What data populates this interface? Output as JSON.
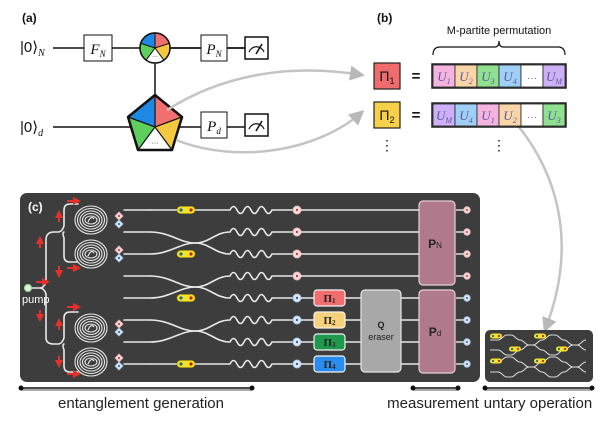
{
  "panel_a": {
    "label": "(a)",
    "inputs": [
      {
        "ket": "|0⟩",
        "sub": "N"
      },
      {
        "ket": "|0⟩",
        "sub": "d"
      }
    ],
    "gate_fn": {
      "main": "F",
      "sub": "N"
    },
    "gate_pn": {
      "main": "P",
      "sub": "N"
    },
    "gate_pd": {
      "main": "P",
      "sub": "d"
    },
    "ellipsis": "···",
    "segment_colors": [
      "#1e88e5",
      "#f07070",
      "#f5c842",
      "#ffffff",
      "#5ccf5c"
    ]
  },
  "panel_b": {
    "label": "(b)",
    "brace_label": "M-partite permutation",
    "rows": [
      {
        "pi": {
          "main": "Π",
          "sub": "1",
          "color": "#f06c6c"
        },
        "equals": "=",
        "cells": [
          {
            "main": "U",
            "sub": "1",
            "color": "#f5b4e0"
          },
          {
            "main": "U",
            "sub": "2",
            "color": "#f9d5a8"
          },
          {
            "main": "U",
            "sub": "3",
            "color": "#8fe08f"
          },
          {
            "main": "U",
            "sub": "4",
            "color": "#9fcff5"
          },
          {
            "main": "···",
            "sub": "",
            "color": "#ffffff"
          },
          {
            "main": "U",
            "sub": "M",
            "color": "#cdb0f5"
          }
        ]
      },
      {
        "pi": {
          "main": "Π",
          "sub": "2",
          "color": "#f7cf48"
        },
        "equals": "=",
        "cells": [
          {
            "main": "U",
            "sub": "M",
            "color": "#cdb0f5"
          },
          {
            "main": "U",
            "sub": "4",
            "color": "#9fcff5"
          },
          {
            "main": "U",
            "sub": "1",
            "color": "#f5b4e0"
          },
          {
            "main": "U",
            "sub": "2",
            "color": "#f9d5a8"
          },
          {
            "main": "···",
            "sub": "",
            "color": "#ffffff"
          },
          {
            "main": "U",
            "sub": "3",
            "color": "#8fe08f"
          }
        ]
      }
    ],
    "vdots": "⋮"
  },
  "panel_c": {
    "label": "(c)",
    "pump_label": "pump",
    "pi_boxes": [
      {
        "main": "Π",
        "sub": "1",
        "color": "#f26d6d"
      },
      {
        "main": "Π",
        "sub": "2",
        "color": "#f8d27a"
      },
      {
        "main": "Π",
        "sub": "3",
        "color": "#1f9a4c"
      },
      {
        "main": "Π",
        "sub": "4",
        "color": "#2b8cf0"
      }
    ],
    "eraser": {
      "line1": "Q",
      "line2": "eraser"
    },
    "pn_box": {
      "main": "P",
      "sub": "N"
    },
    "pd_box": {
      "main": "P",
      "sub": "d"
    },
    "colors": {
      "background": "#3d3d3d",
      "waveguide": "#e8e8e8",
      "arrow": "#e8302a",
      "phase_shifter": "#f2e22a",
      "p_box": "#b07a8c",
      "eraser_box": "#a8a8a8"
    }
  },
  "sections": [
    {
      "label": "entanglement generation"
    },
    {
      "label": "measurement"
    },
    {
      "label": "untary operation"
    }
  ]
}
